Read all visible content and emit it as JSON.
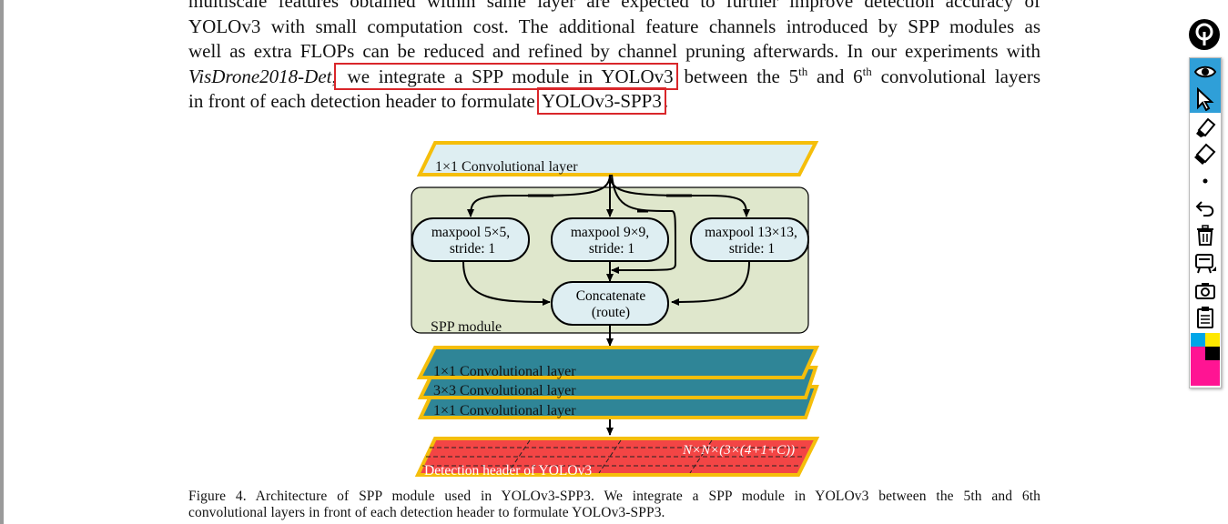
{
  "paragraph": {
    "line1": "multiscale features obtained within same layer are expected to further improve detection accuracy of",
    "line2": "YOLOv3 with small computation cost. The additional feature channels introduced by SPP modules as",
    "line3": "well as extra FLOPs can be reduced and refined by channel pruning afterwards. In our experiments with",
    "line4_italic": "VisDrone2018-Det",
    "line4_comma": ",",
    "line4_highlight": " we integrate a SPP module in YOLOv3",
    "line4_rest_a": " between the 5",
    "line4_sup1": "th",
    "line4_rest_b": " and 6",
    "line4_sup2": "th",
    "line4_rest_c": " convolutional layers",
    "line5_a": "in front of each detection header to formulate ",
    "line5_highlight": "YOLOv3-SPP3",
    "line5_end": "."
  },
  "figure": {
    "top_conv": "1×1 Convolutional layer",
    "maxpool1_a": "maxpool 5×5,",
    "maxpool1_b": "stride: 1",
    "maxpool2_a": "maxpool 9×9,",
    "maxpool2_b": "stride: 1",
    "maxpool3_a": "maxpool 13×13,",
    "maxpool3_b": "stride: 1",
    "concat_a": "Concatenate",
    "concat_b": "(route)",
    "module_label": "SPP module",
    "conv_a": "1×1 Convolutional layer",
    "conv_b": "3×3 Convolutional layer",
    "conv_c": "1×1 Convolutional layer",
    "detection_label": "Detection header of YOLOv3",
    "detection_formula": "N×N×(3×(4+1+C))"
  },
  "caption": {
    "line1": "Figure 4. Architecture of SPP module used in YOLOv3-SPP3. We integrate a SPP module in YOLOv3 between the 5th and 6th",
    "line2": "convolutional layers in front of each detection header to formulate YOLOv3-SPP3."
  },
  "toolbar": {
    "colors": {
      "cyan": "#00a6e8",
      "yellow": "#ffe800",
      "magenta": "#ff1493",
      "black": "#000000",
      "active": "#2f9fd8"
    },
    "tools": [
      "logo-icon",
      "eye-icon",
      "cursor-icon",
      "highlighter-icon",
      "eraser-icon",
      "dot-icon",
      "undo-icon",
      "trash-icon",
      "board-icon",
      "camera-icon",
      "clipboard-icon",
      "color-palette"
    ]
  }
}
